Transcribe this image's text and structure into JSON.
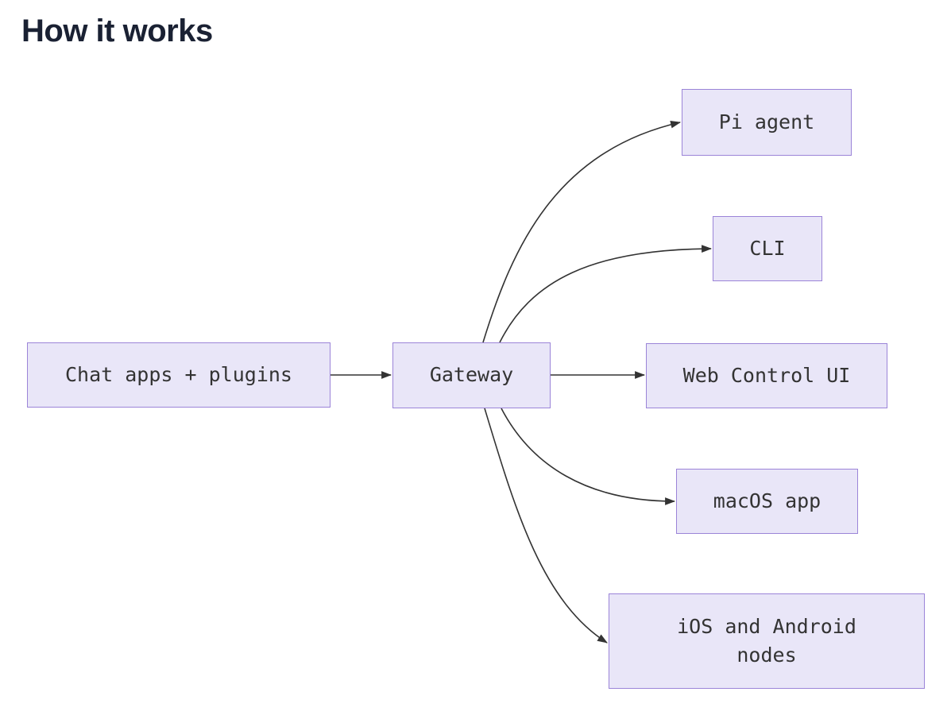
{
  "title": {
    "text": "How it works",
    "color": "#1a2133"
  },
  "diagram": {
    "type": "flowchart",
    "direction": "left-to-right",
    "nodes": [
      {
        "id": "chat",
        "label": "Chat apps + plugins"
      },
      {
        "id": "gateway",
        "label": "Gateway"
      },
      {
        "id": "pi",
        "label": "Pi agent"
      },
      {
        "id": "cli",
        "label": "CLI"
      },
      {
        "id": "web",
        "label": "Web Control UI"
      },
      {
        "id": "macos",
        "label": "macOS app"
      },
      {
        "id": "ios",
        "label": "iOS and Android nodes"
      }
    ],
    "edges": [
      {
        "from": "Chat apps + plugins",
        "to": "Gateway"
      },
      {
        "from": "Gateway",
        "to": "Pi agent"
      },
      {
        "from": "Gateway",
        "to": "CLI"
      },
      {
        "from": "Gateway",
        "to": "Web Control UI"
      },
      {
        "from": "Gateway",
        "to": "macOS app"
      },
      {
        "from": "Gateway",
        "to": "iOS and Android nodes"
      }
    ],
    "colors": {
      "node_fill": "#e9e6f8",
      "node_border": "#9b84d8",
      "edge": "#333333",
      "node_text": "#333333"
    }
  }
}
